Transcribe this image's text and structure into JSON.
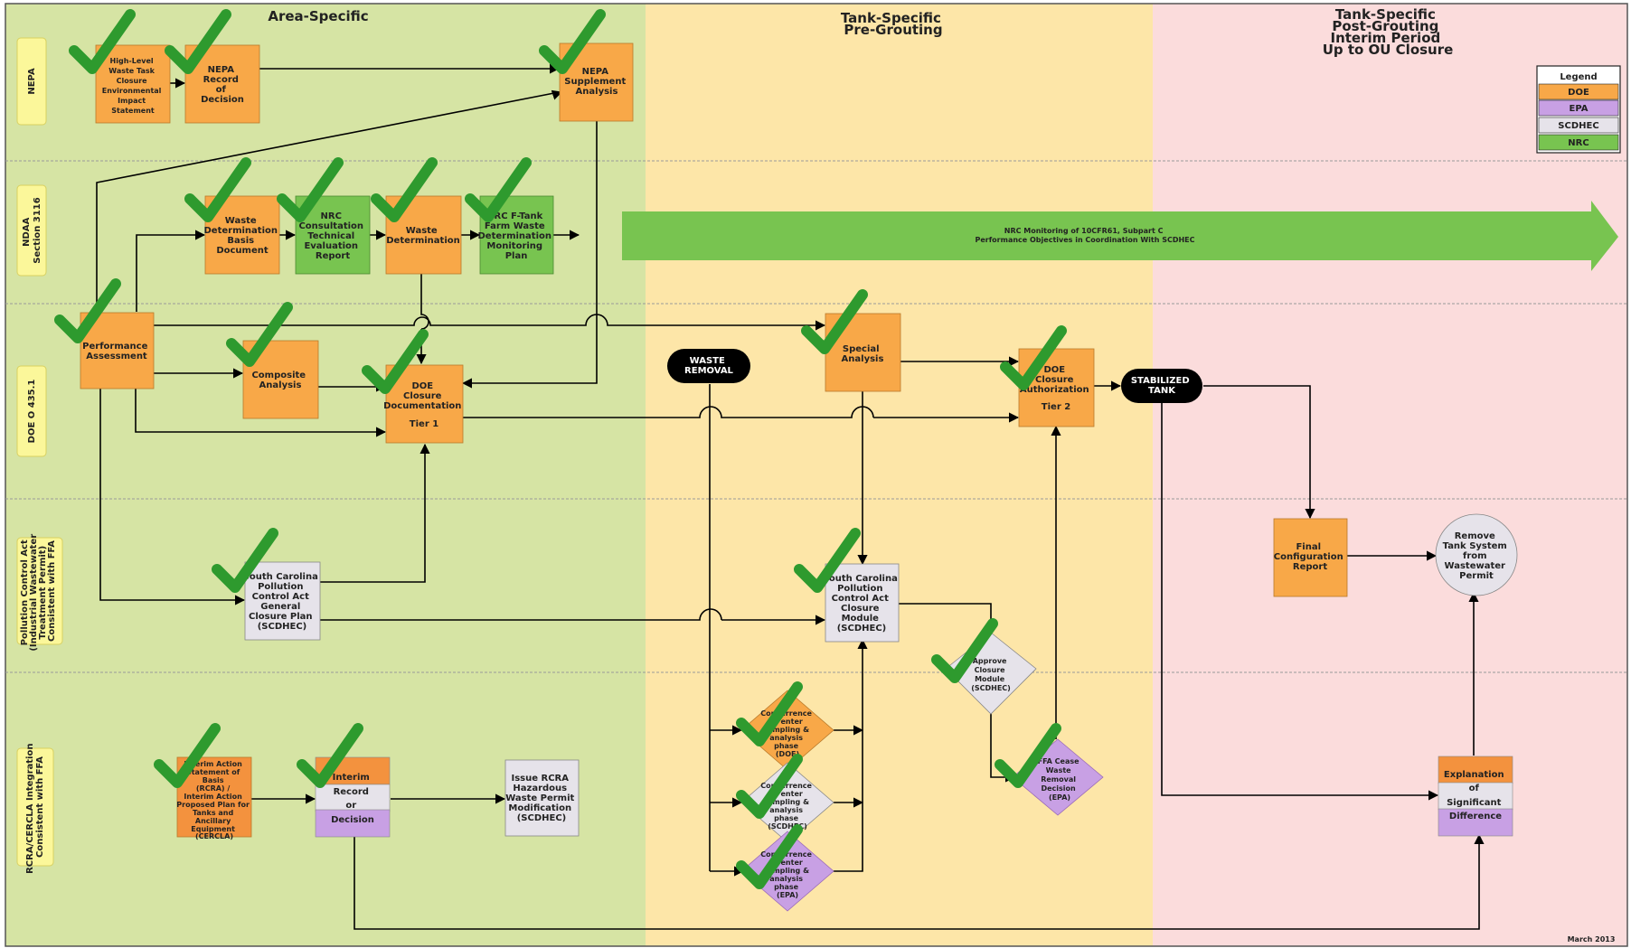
{
  "colors": {
    "doe": "#f8a848",
    "epa": "#c8a0e4",
    "scdhec": "#e6e3ea",
    "nrc": "#78c450",
    "area_bg": "#d6e4a4",
    "pre_bg": "#fde6a8",
    "post_bg": "#fbdcdc",
    "check": "#2e9a2e"
  },
  "phases": {
    "area": [
      "Area-Specific"
    ],
    "pre": [
      "Tank-Specific",
      "Pre-Grouting"
    ],
    "post": [
      "Tank-Specific",
      "Post-Grouting",
      "Interim Period",
      "Up to OU Closure"
    ]
  },
  "lanes": {
    "nepa": [
      "NEPA"
    ],
    "ndaa": [
      "NDAA",
      "Section 3116"
    ],
    "doe": [
      "DOE O 435.1"
    ],
    "pca": [
      "Pollution Control Act",
      "(Industrial Wastewater",
      "Treatment Permit)",
      "Consistent with FFA"
    ],
    "rcra": [
      "RCRA/CERCLA Integration",
      "Consistent with FFA"
    ]
  },
  "legend": {
    "title": "Legend",
    "items": [
      "DOE",
      "EPA",
      "SCDHEC",
      "NRC"
    ]
  },
  "nodes": {
    "eis": [
      "High-Level",
      "Waste Task",
      "Closure",
      "Environmental",
      "Impact",
      "Statement"
    ],
    "rod": [
      "NEPA",
      "Record",
      "of",
      "Decision"
    ],
    "supplement": [
      "NEPA",
      "Supplement",
      "Analysis"
    ],
    "wdbasis": [
      "Waste",
      "Determination",
      "Basis",
      "Document"
    ],
    "nrc_consult": [
      "NRC",
      "Consultation",
      "Technical",
      "Evaluation",
      "Report"
    ],
    "waste_det": [
      "Waste",
      "Determination"
    ],
    "monitoring_plan": [
      "NRC F-Tank",
      "Farm Waste",
      "Determination",
      "Monitoring",
      "Plan"
    ],
    "perf": [
      "Performance",
      "Assessment"
    ],
    "composite": [
      "Composite",
      "Analysis"
    ],
    "closure_doc": [
      "DOE",
      "Closure",
      "Documentation",
      "",
      "Tier 1"
    ],
    "special": [
      "Special",
      "Analysis"
    ],
    "closure_auth": [
      "DOE",
      "Closure",
      "Authorization",
      "",
      "Tier 2"
    ],
    "sc_general": [
      "South Carolina",
      "Pollution",
      "Control Act",
      "General",
      "Closure Plan",
      "(SCDHEC)"
    ],
    "sc_module": [
      "South Carolina",
      "Pollution",
      "Control Act",
      "Closure",
      "Module",
      "(SCDHEC)"
    ],
    "final_config": [
      "Final",
      "Configuration",
      "Report"
    ],
    "remove": [
      "Remove",
      "Tank System",
      "from",
      "Wastewater",
      "Permit"
    ],
    "interim_statement": [
      "Interim Action",
      "Statement of",
      "Basis",
      "(RCRA) /",
      "Interim Action",
      "Proposed Plan for",
      "Tanks and",
      "Ancillary",
      "Equipment",
      "(CERCLA)"
    ],
    "interim_record": [
      "Interim",
      "Record",
      "or",
      "Decision"
    ],
    "issue_rcra": [
      "Issue RCRA",
      "Hazardous",
      "Waste Permit",
      "Modification",
      "(SCDHEC)"
    ],
    "esd": [
      "Explanation",
      "of",
      "Significant",
      "Difference"
    ],
    "approve_module": [
      "Approve",
      "Closure",
      "Module",
      "(SCDHEC)"
    ],
    "ffa_cease": [
      "FFA Cease",
      "Waste",
      "Removal",
      "Decision",
      "(EPA)"
    ],
    "conc_doe": [
      "Concurrence",
      "to enter",
      "sampling &",
      "analysis",
      "phase",
      "(DOE)"
    ],
    "conc_scdhec": [
      "Concurrence",
      "to enter",
      "sampling &",
      "analysis",
      "phase",
      "(SCDHEC)"
    ],
    "conc_epa": [
      "Concurrence",
      "to enter",
      "sampling &",
      "analysis",
      "phase",
      "(EPA)"
    ]
  },
  "ovals": {
    "waste_removal": [
      "WASTE",
      "REMOVAL"
    ],
    "stabilized": [
      "STABILIZED",
      "TANK"
    ]
  },
  "big_arrow": [
    "NRC Monitoring of 10CFR61, Subpart C",
    "Performance Objectives in Coordination With SCDHEC"
  ],
  "date": "March 2013"
}
